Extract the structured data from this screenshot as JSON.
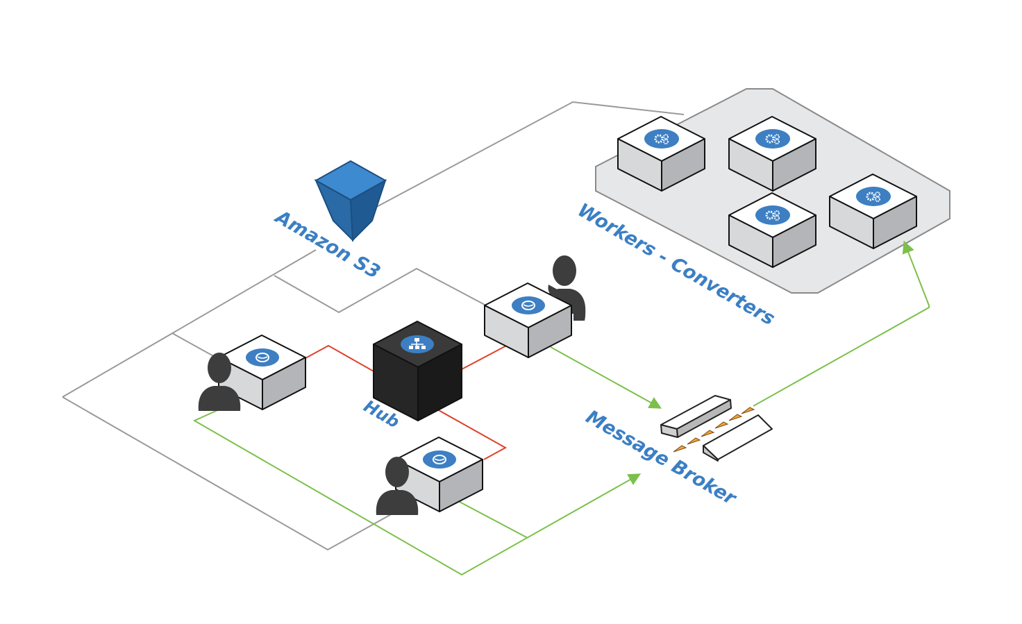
{
  "labels": {
    "s3": "Amazon S3",
    "workers": "Workers - Converters",
    "hub": "Hub",
    "broker": "Message Broker"
  },
  "colors": {
    "label_blue": "#3b7fc4",
    "s3_blue": "#2e73b2",
    "gray_line": "#9a9a9a",
    "red_line": "#e0402a",
    "green_line": "#7cc04b",
    "hub_dark": "#2a2a2a",
    "badge_blue": "#3d7fc2",
    "person_gray": "#3d3d3d",
    "region_fill": "#e6e7e8",
    "queue_marker": "#f2a43c"
  },
  "icons": {
    "client_badge": "globe-icon",
    "worker_badge": "gears-icon",
    "hub_badge": "network-icon",
    "user": "user-icon",
    "storage": "bucket-icon",
    "broker": "queue-icon"
  }
}
